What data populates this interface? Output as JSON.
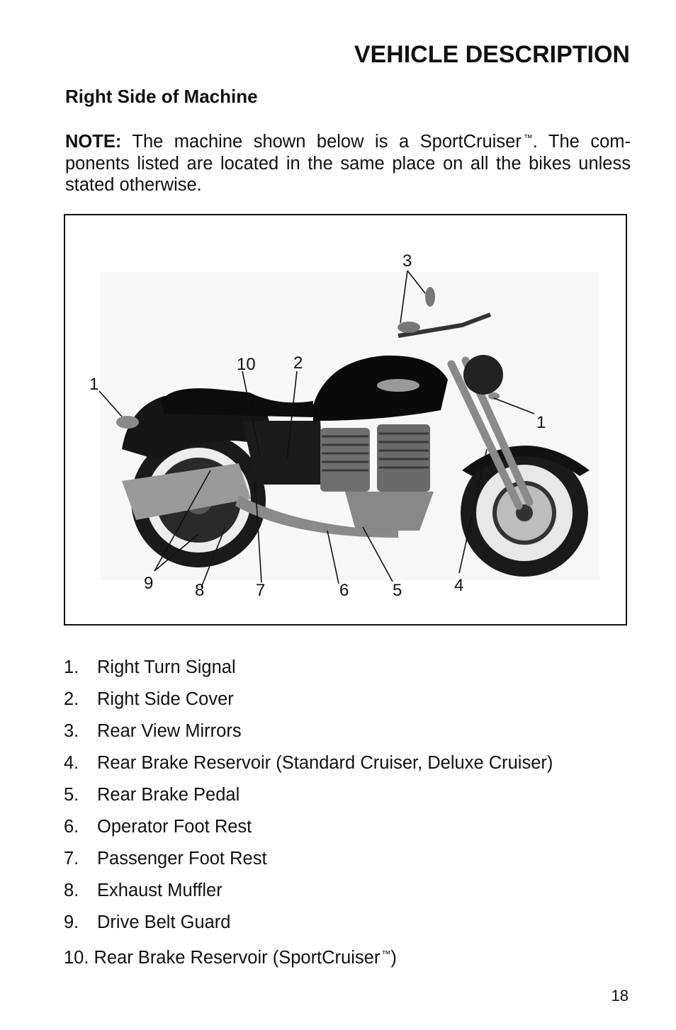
{
  "header": {
    "title": "VEHICLE DESCRIPTION"
  },
  "section": {
    "subtitle": "Right Side of Machine"
  },
  "note": {
    "label": "NOTE:",
    "text_1": " The machine shown below is a SportCruiser",
    "tm": "™",
    "text_2": ".  The com-ponents listed are located in the same place on all the bikes unless stated otherwise."
  },
  "figure": {
    "callouts": [
      "1",
      "2",
      "3",
      "4",
      "5",
      "6",
      "7",
      "8",
      "9",
      "10",
      "1"
    ]
  },
  "parts": [
    {
      "num": "1.",
      "label": "Right Turn Signal"
    },
    {
      "num": "2.",
      "label": "Right Side Cover"
    },
    {
      "num": "3.",
      "label": "Rear View Mirrors"
    },
    {
      "num": "4.",
      "label": "Rear Brake Reservoir (Standard Cruiser, Deluxe Cruiser)"
    },
    {
      "num": "5.",
      "label": "Rear Brake Pedal"
    },
    {
      "num": "6.",
      "label": "Operator Foot Rest"
    },
    {
      "num": "7.",
      "label": "Passenger Foot Rest"
    },
    {
      "num": "8.",
      "label": "Exhaust Muffler"
    },
    {
      "num": "9.",
      "label": "Drive Belt Guard"
    },
    {
      "num": "10.",
      "label": "Rear Brake Reservoir (SportCruiser",
      "tm": "™",
      "label_end": ")"
    }
  ],
  "footer": {
    "page_number": "18"
  }
}
